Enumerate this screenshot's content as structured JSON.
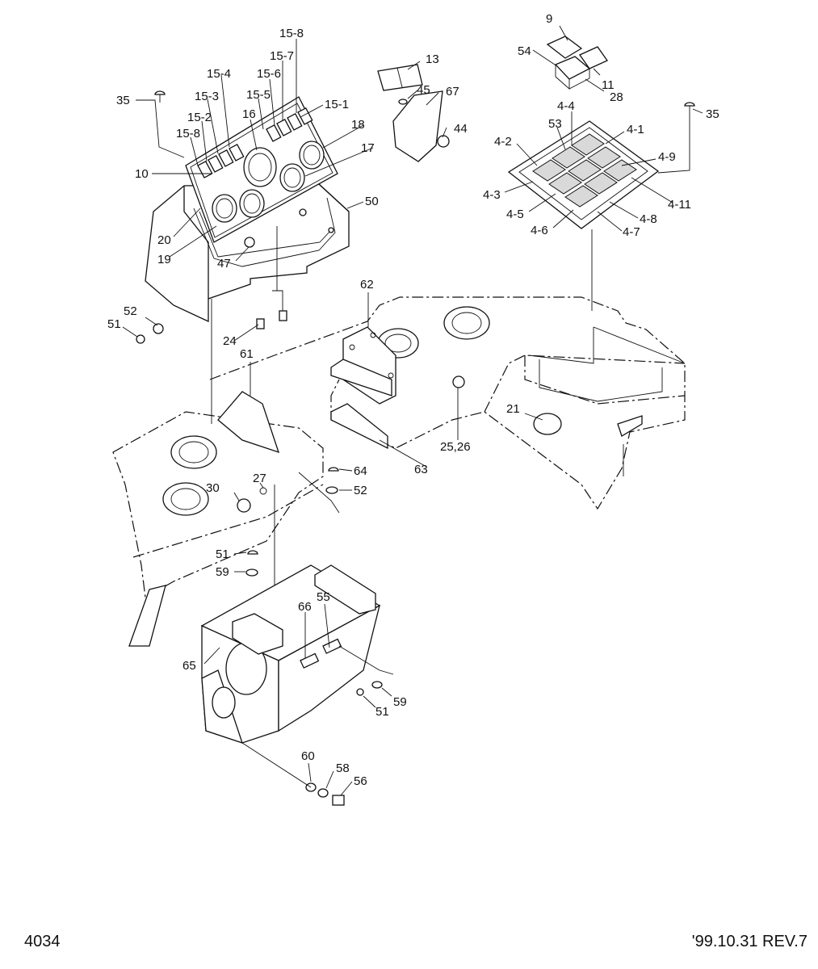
{
  "diagram": {
    "page_number": "4034",
    "revision": "'99.10.31 REV.7",
    "callouts": {
      "c9": "9",
      "c54": "54",
      "c11": "11",
      "c28": "28",
      "c4_4": "4-4",
      "c53": "53",
      "c4_1": "4-1",
      "c4_2": "4-2",
      "c4_9": "4-9",
      "c4_3": "4-3",
      "c4_11": "4-11",
      "c4_5": "4-5",
      "c4_8": "4-8",
      "c4_6": "4-6",
      "c4_7": "4-7",
      "c35r": "35",
      "c15_8a": "15-8",
      "c15_7": "15-7",
      "c15_4": "15-4",
      "c15_6": "15-6",
      "c15_3": "15-3",
      "c15_5": "15-5",
      "c35l": "35",
      "c15_2": "15-2",
      "c16": "16",
      "c15_1": "15-1",
      "c15_8b": "15-8",
      "c18": "18",
      "c17": "17",
      "c10": "10",
      "c50": "50",
      "c20": "20",
      "c19": "19",
      "c47": "47",
      "c13": "13",
      "c45": "45",
      "c67": "67",
      "c44": "44",
      "c52a": "52",
      "c51a": "51",
      "c24": "24",
      "c62": "62",
      "c61": "61",
      "c21": "21",
      "c25_26": "25,26",
      "c63": "63",
      "c27": "27",
      "c30": "30",
      "c64": "64",
      "c52b": "52",
      "c51b": "51",
      "c59a": "59",
      "c66": "66",
      "c55": "55",
      "c65": "65",
      "c59b": "59",
      "c51c": "51",
      "c60": "60",
      "c58": "58",
      "c56": "56"
    }
  }
}
